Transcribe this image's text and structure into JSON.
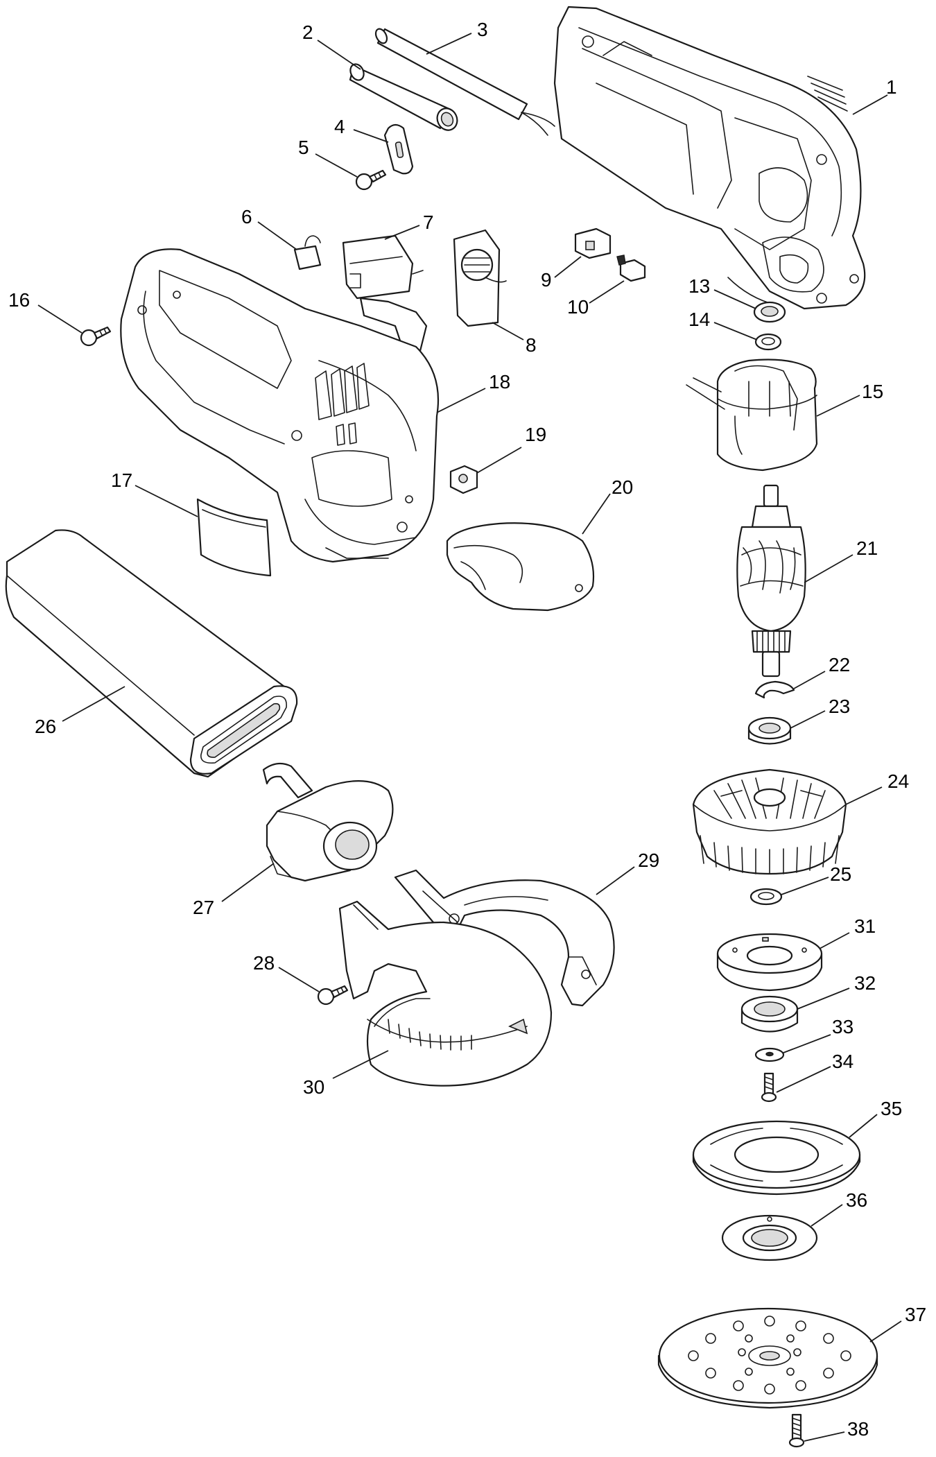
{
  "diagram": {
    "labels": [
      {
        "id": "p1",
        "text": "1"
      },
      {
        "id": "p2",
        "text": "2"
      },
      {
        "id": "p3",
        "text": "3"
      },
      {
        "id": "p4",
        "text": "4"
      },
      {
        "id": "p5",
        "text": "5"
      },
      {
        "id": "p6",
        "text": "6"
      },
      {
        "id": "p7",
        "text": "7"
      },
      {
        "id": "p8",
        "text": "8"
      },
      {
        "id": "p9",
        "text": "9"
      },
      {
        "id": "p10",
        "text": "10"
      },
      {
        "id": "p13",
        "text": "13"
      },
      {
        "id": "p14",
        "text": "14"
      },
      {
        "id": "p15",
        "text": "15"
      },
      {
        "id": "p16",
        "text": "16"
      },
      {
        "id": "p17",
        "text": "17"
      },
      {
        "id": "p18",
        "text": "18"
      },
      {
        "id": "p19",
        "text": "19"
      },
      {
        "id": "p20",
        "text": "20"
      },
      {
        "id": "p21",
        "text": "21"
      },
      {
        "id": "p22",
        "text": "22"
      },
      {
        "id": "p23",
        "text": "23"
      },
      {
        "id": "p24",
        "text": "24"
      },
      {
        "id": "p25",
        "text": "25"
      },
      {
        "id": "p26",
        "text": "26"
      },
      {
        "id": "p27",
        "text": "27"
      },
      {
        "id": "p28",
        "text": "28"
      },
      {
        "id": "p29",
        "text": "29"
      },
      {
        "id": "p30",
        "text": "30"
      },
      {
        "id": "p31",
        "text": "31"
      },
      {
        "id": "p32",
        "text": "32"
      },
      {
        "id": "p33",
        "text": "33"
      },
      {
        "id": "p34",
        "text": "34"
      },
      {
        "id": "p35",
        "text": "35"
      },
      {
        "id": "p36",
        "text": "36"
      },
      {
        "id": "p37",
        "text": "37"
      },
      {
        "id": "p38",
        "text": "38"
      }
    ]
  }
}
